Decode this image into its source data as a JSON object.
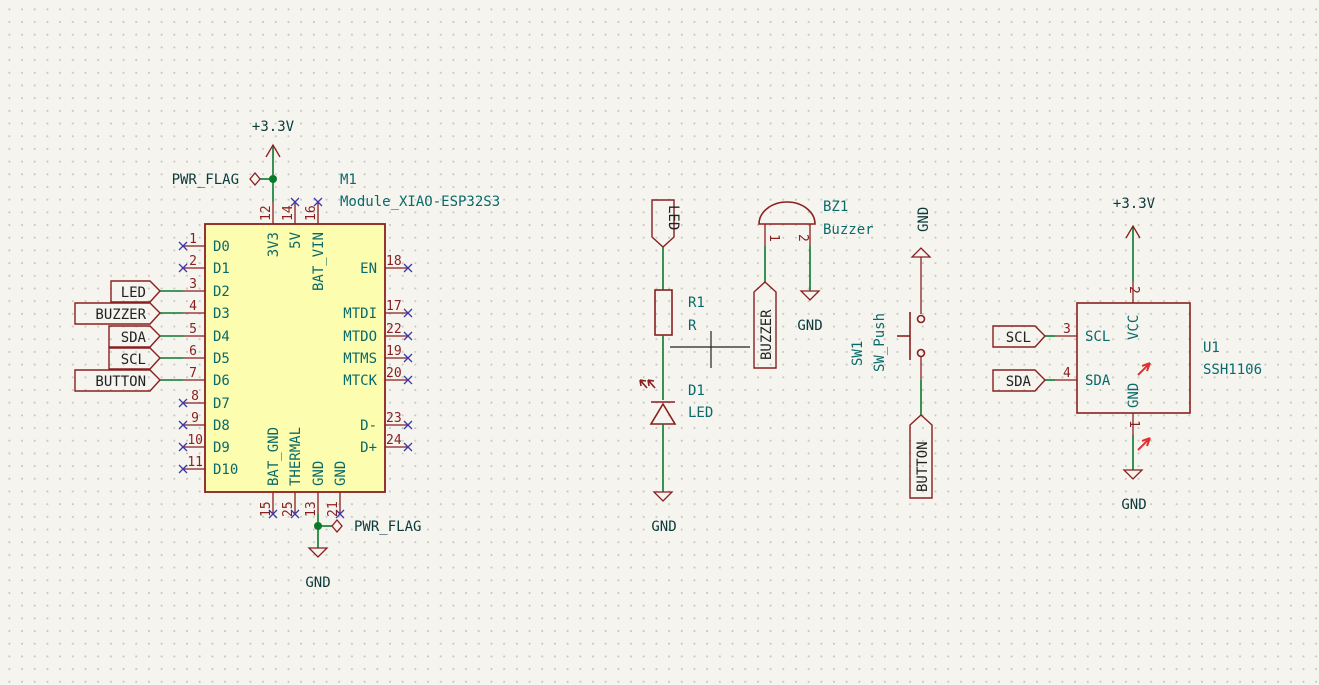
{
  "module": {
    "ref": "M1",
    "value": "Module_XIAO-ESP32S3",
    "left_pins": [
      {
        "num": "1",
        "name": "D0",
        "label": ""
      },
      {
        "num": "2",
        "name": "D1",
        "label": ""
      },
      {
        "num": "3",
        "name": "D2",
        "label": "LED"
      },
      {
        "num": "4",
        "name": "D3",
        "label": "BUZZER"
      },
      {
        "num": "5",
        "name": "D4",
        "label": "SDA"
      },
      {
        "num": "6",
        "name": "D5",
        "label": "SCL"
      },
      {
        "num": "7",
        "name": "D6",
        "label": "BUTTON"
      },
      {
        "num": "8",
        "name": "D7",
        "label": ""
      },
      {
        "num": "9",
        "name": "D8",
        "label": ""
      },
      {
        "num": "10",
        "name": "D9",
        "label": ""
      },
      {
        "num": "11",
        "name": "D10",
        "label": ""
      }
    ],
    "right_pins": [
      {
        "num": "18",
        "name": "EN"
      },
      {
        "num": "17",
        "name": "MTDI"
      },
      {
        "num": "22",
        "name": "MTDO"
      },
      {
        "num": "19",
        "name": "MTMS"
      },
      {
        "num": "20",
        "name": "MTCK"
      },
      {
        "num": "23",
        "name": "D-"
      },
      {
        "num": "24",
        "name": "D+"
      }
    ],
    "top_pins": [
      {
        "num": "12",
        "name": "3V3"
      },
      {
        "num": "14",
        "name": "5V"
      },
      {
        "num": "16",
        "name": "BAT_VIN"
      }
    ],
    "bottom_pins": [
      {
        "num": "15",
        "name": "BAT_GND"
      },
      {
        "num": "25",
        "name": "THERMAL"
      },
      {
        "num": "13",
        "name": "GND"
      },
      {
        "num": "21",
        "name": "GND"
      }
    ]
  },
  "power": {
    "v33_label": "+3.3V",
    "gnd_label": "GND",
    "pwr_flag": "PWR_FLAG"
  },
  "led_circuit": {
    "net_label": "LED",
    "r_ref": "R1",
    "r_value": "R",
    "d_ref": "D1",
    "d_value": "LED"
  },
  "buzzer": {
    "ref": "BZ1",
    "value": "Buzzer",
    "pin1": "1",
    "pin2": "2",
    "net_label": "BUZZER"
  },
  "switch": {
    "ref": "SW1",
    "value": "SW_Push",
    "net_label": "BUTTON"
  },
  "display": {
    "ref": "U1",
    "value": "SSH1106",
    "pins": [
      {
        "num": "3",
        "name": "SCL",
        "label": "SCL"
      },
      {
        "num": "4",
        "name": "SDA",
        "label": "SDA"
      },
      {
        "num": "2",
        "name": "VCC"
      },
      {
        "num": "1",
        "name": "GND"
      }
    ]
  }
}
